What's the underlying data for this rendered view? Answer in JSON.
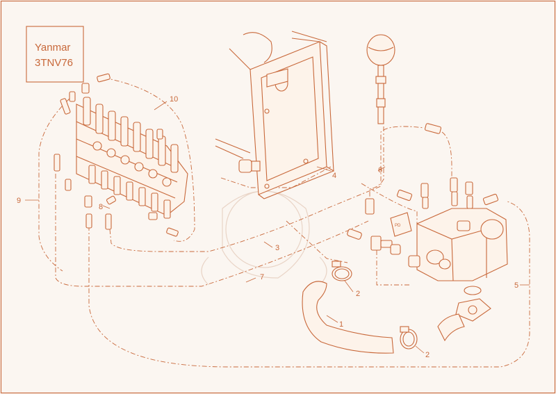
{
  "title": {
    "line1": "Yanmar",
    "line2": "3TNV76"
  },
  "callouts": [
    {
      "id": "c1",
      "label": "1"
    },
    {
      "id": "c2a",
      "label": "2"
    },
    {
      "id": "c2b",
      "label": "2"
    },
    {
      "id": "c3",
      "label": "3"
    },
    {
      "id": "c4",
      "label": "4"
    },
    {
      "id": "c5",
      "label": "5"
    },
    {
      "id": "c6",
      "label": "6"
    },
    {
      "id": "c7",
      "label": "7"
    },
    {
      "id": "c8",
      "label": "8"
    },
    {
      "id": "c9",
      "label": "9"
    },
    {
      "id": "c10",
      "label": "10"
    }
  ],
  "tag": {
    "label": "PD"
  },
  "colors": {
    "line": "#c8683a",
    "background": "#fbf6f1",
    "watermark": "#e9d4c6"
  }
}
